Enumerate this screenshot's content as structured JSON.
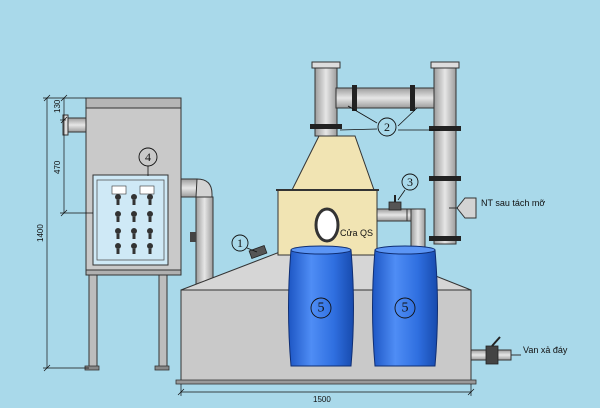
{
  "callouts": {
    "c1": "1",
    "c2": "2",
    "c3": "3",
    "c4": "4",
    "c5a": "5",
    "c5b": "5"
  },
  "labels": {
    "inspection_door": "Cửa QS",
    "separated_water": "NT sau tách mỡ",
    "drain_valve": "Van xả đáy"
  },
  "dimensions": {
    "d130": "130",
    "d470": "470",
    "d1400": "1400",
    "d1500": "1500"
  },
  "colors": {
    "background": "#a9d9ea",
    "metal": "#c9c9c9",
    "hood": "#f1e4b3",
    "tank": "#2f6fe0",
    "panel": "#cfe9f6"
  }
}
